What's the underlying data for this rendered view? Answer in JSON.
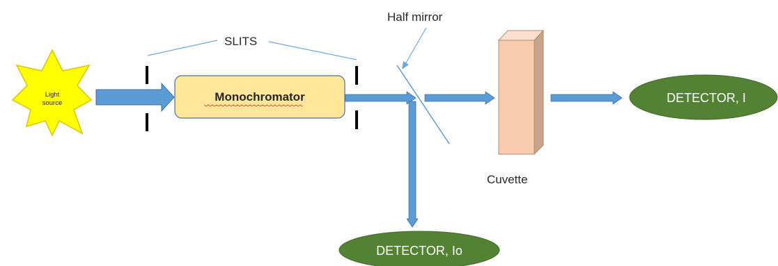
{
  "labels": {
    "light_source": [
      "Light",
      "source"
    ],
    "slits": "SLITS",
    "monochromator": "Monochromator",
    "half_mirror": "Half mirror",
    "cuvette": "Cuvette",
    "detector_i": "DETECTOR, I",
    "detector_io": "DETECTOR, Io"
  },
  "colors": {
    "arrow": "#5b9bd5",
    "arrow_edge": "#41719c",
    "star_fill": "#ffff00",
    "star_edge": "#d9c400",
    "mono_fill": "#ffe699",
    "mono_edge": "#4a6fa5",
    "cuvette_front": "#f8cbad",
    "cuvette_side": "#c9a48c",
    "cuvette_top": "#fbe0cf",
    "detector_fill": "#548235",
    "slit": "#000000",
    "callout_line": "#6fa8dc"
  }
}
